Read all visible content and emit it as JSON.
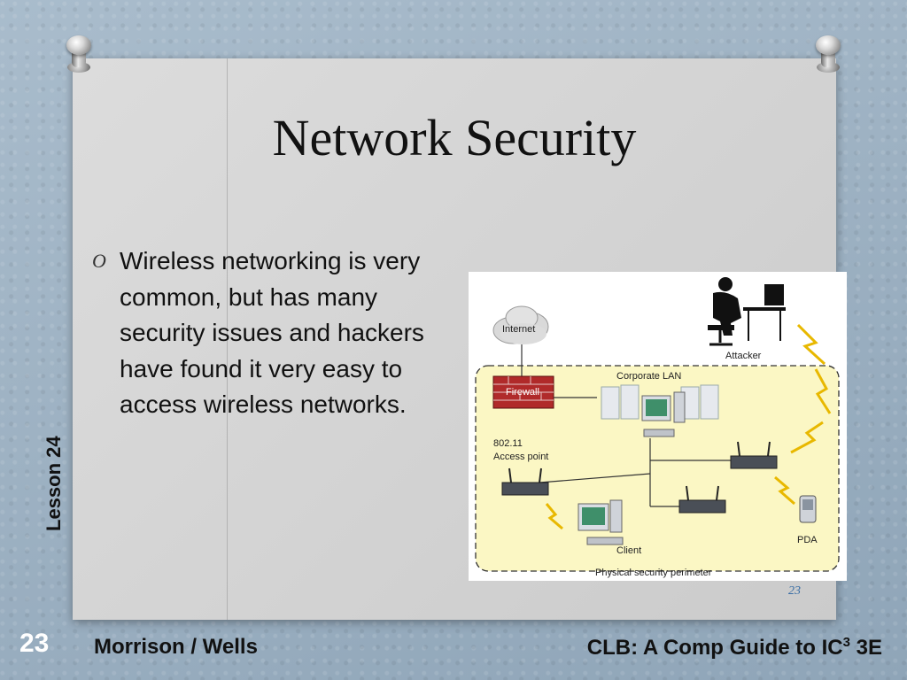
{
  "slide": {
    "title": "Network Security",
    "bullet_marker": "O",
    "bullet_text": "Wireless networking is very common, but has many security issues and hackers have found it very easy to access wireless networks.",
    "side_label": "Lesson 24",
    "corner_number": "23",
    "footer_number": "23",
    "footer_left": "Morrison / Wells",
    "footer_right_prefix": "CLB: A Comp Guide to IC",
    "footer_right_sup": "3",
    "footer_right_suffix": " 3E"
  },
  "diagram": {
    "internet": "Internet",
    "firewall": "Firewall",
    "corporate_lan": "Corporate LAN",
    "attacker": "Attacker",
    "access_point_line1": "802.11",
    "access_point_line2": "Access point",
    "client": "Client",
    "pda": "PDA",
    "perimeter": "Physical security perimeter"
  },
  "colors": {
    "background": "#9fb3c4",
    "paper": "#d4d4d4",
    "firewall": "#b02a2a",
    "perimeter_fill": "#fbf7c4",
    "lightning": "#e8b800"
  }
}
